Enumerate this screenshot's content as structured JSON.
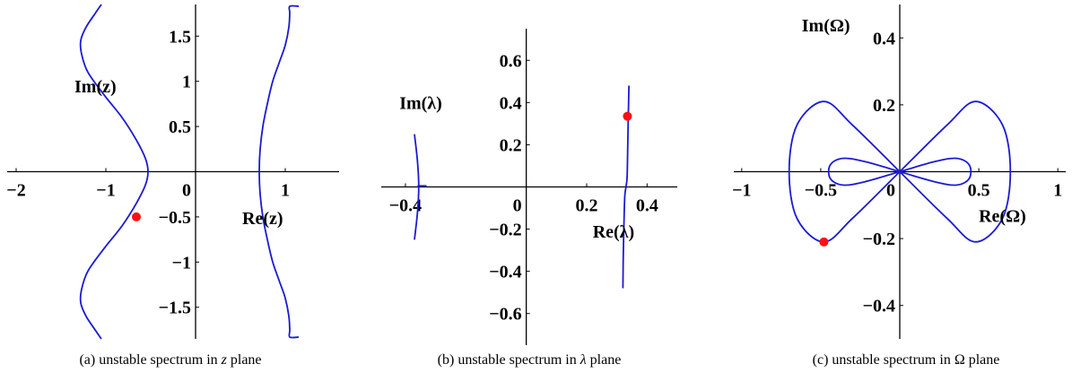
{
  "colors": {
    "curve": "#1a1ad6",
    "marker": "#ff1010",
    "axis": "#000000"
  },
  "chart_data": [
    {
      "type": "line",
      "id": "z",
      "xlabel": "Re(z)",
      "ylabel": "Im(z)",
      "xlim": [
        -2.1,
        1.6
      ],
      "ylim": [
        -1.85,
        1.85
      ],
      "x_ticks": [
        {
          "v": -2,
          "label": "−2"
        },
        {
          "v": -1,
          "label": "−1"
        },
        {
          "v": 0,
          "label": "0"
        },
        {
          "v": 1,
          "label": "1"
        }
      ],
      "y_ticks": [
        {
          "v": 1.5,
          "label": "1.5"
        },
        {
          "v": 1,
          "label": "1"
        },
        {
          "v": 0.5,
          "label": "0.5"
        },
        {
          "v": -0.5,
          "label": "−0.5"
        },
        {
          "v": -1,
          "label": "−1"
        },
        {
          "v": -1.5,
          "label": "−1.5"
        }
      ],
      "series": [
        {
          "points": [
            [
              -1.05,
              1.85
            ],
            [
              -1.12,
              1.75
            ],
            [
              -1.22,
              1.6
            ],
            [
              -1.28,
              1.45
            ],
            [
              -1.27,
              1.3
            ],
            [
              -1.2,
              1.1
            ],
            [
              -1.02,
              0.85
            ],
            [
              -0.82,
              0.6
            ],
            [
              -0.66,
              0.35
            ],
            [
              -0.56,
              0.15
            ],
            [
              -0.53,
              0
            ],
            [
              -0.56,
              -0.15
            ],
            [
              -0.66,
              -0.35
            ],
            [
              -0.82,
              -0.6
            ],
            [
              -1.02,
              -0.85
            ],
            [
              -1.2,
              -1.1
            ],
            [
              -1.27,
              -1.3
            ],
            [
              -1.28,
              -1.45
            ],
            [
              -1.22,
              -1.6
            ],
            [
              -1.12,
              -1.75
            ],
            [
              -1.05,
              -1.85
            ]
          ]
        },
        {
          "points": [
            [
              1.15,
              1.83
            ],
            [
              1.05,
              1.83
            ],
            [
              1.05,
              1.75
            ],
            [
              1.04,
              1.6
            ],
            [
              1.0,
              1.4
            ],
            [
              0.93,
              1.2
            ],
            [
              0.86,
              1.0
            ],
            [
              0.8,
              0.75
            ],
            [
              0.75,
              0.5
            ],
            [
              0.72,
              0.25
            ],
            [
              0.71,
              0
            ],
            [
              0.72,
              -0.25
            ],
            [
              0.75,
              -0.5
            ],
            [
              0.8,
              -0.75
            ],
            [
              0.86,
              -1.0
            ],
            [
              0.93,
              -1.2
            ],
            [
              1.0,
              -1.4
            ],
            [
              1.04,
              -1.6
            ],
            [
              1.05,
              -1.75
            ],
            [
              1.05,
              -1.83
            ],
            [
              1.15,
              -1.83
            ]
          ]
        }
      ],
      "markers": [
        [
          -0.66,
          -0.5
        ]
      ]
    },
    {
      "type": "line",
      "id": "lambda",
      "xlabel": "Re(λ)",
      "ylabel": "Im(λ)",
      "xlim": [
        -0.48,
        0.5
      ],
      "ylim": [
        -0.75,
        0.75
      ],
      "x_ticks": [
        {
          "v": -0.4,
          "label": "−0.4"
        },
        {
          "v": 0,
          "label": "0"
        },
        {
          "v": 0.2,
          "label": "0.2"
        },
        {
          "v": 0.4,
          "label": "0.4"
        }
      ],
      "y_ticks": [
        {
          "v": 0.6,
          "label": "0.6"
        },
        {
          "v": 0.4,
          "label": "0.4"
        },
        {
          "v": 0.2,
          "label": "0.2"
        },
        {
          "v": -0.2,
          "label": "−0.2"
        },
        {
          "v": -0.4,
          "label": "−0.4"
        },
        {
          "v": -0.6,
          "label": "−0.6"
        }
      ],
      "series": [
        {
          "points": [
            [
              -0.37,
              0.25
            ],
            [
              -0.36,
              0.12
            ],
            [
              -0.356,
              0
            ],
            [
              -0.36,
              -0.12
            ],
            [
              -0.37,
              -0.25
            ]
          ]
        },
        {
          "points": [
            [
              -0.36,
              0.005
            ],
            [
              -0.33,
              0.005
            ]
          ]
        },
        {
          "points": [
            [
              0.34,
              0.48
            ],
            [
              0.338,
              0.34
            ],
            [
              0.336,
              0.2
            ],
            [
              0.334,
              0.05
            ],
            [
              0.33,
              0
            ],
            [
              0.326,
              -0.05
            ],
            [
              0.323,
              -0.2
            ],
            [
              0.321,
              -0.35
            ],
            [
              0.32,
              -0.48
            ]
          ]
        }
      ],
      "markers": [
        [
          0.335,
          0.335
        ]
      ]
    },
    {
      "type": "line",
      "id": "omega",
      "xlabel": "Re(Ω)",
      "ylabel": "Im(Ω)",
      "xlim": [
        -1.05,
        1.05
      ],
      "ylim": [
        -0.5,
        0.5
      ],
      "x_ticks": [
        {
          "v": -1,
          "label": "−1"
        },
        {
          "v": -0.5,
          "label": "−0.5"
        },
        {
          "v": 0,
          "label": "0"
        },
        {
          "v": 0.5,
          "label": "0.5"
        },
        {
          "v": 1,
          "label": "1"
        }
      ],
      "y_ticks": [
        {
          "v": 0.4,
          "label": "0.4"
        },
        {
          "v": 0.2,
          "label": "0.2"
        },
        {
          "v": -0.2,
          "label": "−0.2"
        },
        {
          "v": -0.4,
          "label": "−0.4"
        }
      ],
      "series": [
        {
          "points": [
            [
              0,
              0
            ],
            [
              -0.3,
              0.14
            ],
            [
              -0.48,
              0.21
            ],
            [
              -0.65,
              0.14
            ],
            [
              -0.7,
              0
            ],
            [
              -0.65,
              -0.14
            ],
            [
              -0.48,
              -0.21
            ],
            [
              -0.3,
              -0.14
            ],
            [
              0,
              0
            ],
            [
              0.3,
              0.14
            ],
            [
              0.48,
              0.21
            ],
            [
              0.65,
              0.14
            ],
            [
              0.7,
              0
            ],
            [
              0.65,
              -0.14
            ],
            [
              0.48,
              -0.21
            ],
            [
              0.3,
              -0.14
            ],
            [
              0,
              0
            ]
          ]
        },
        {
          "points": [
            [
              0,
              0
            ],
            [
              -0.22,
              0.03
            ],
            [
              -0.36,
              0.04
            ],
            [
              -0.44,
              0.02
            ],
            [
              -0.44,
              -0.02
            ],
            [
              -0.36,
              -0.04
            ],
            [
              -0.22,
              -0.03
            ],
            [
              0,
              0
            ],
            [
              0.22,
              0.03
            ],
            [
              0.36,
              0.04
            ],
            [
              0.44,
              0.02
            ],
            [
              0.44,
              -0.02
            ],
            [
              0.36,
              -0.04
            ],
            [
              0.22,
              -0.03
            ],
            [
              0,
              0
            ]
          ]
        }
      ],
      "markers": [
        [
          -0.48,
          -0.21
        ]
      ]
    }
  ],
  "captions": {
    "a": {
      "prefix": "(a)  unstable spectrum in ",
      "var": "z",
      "suffix": " plane"
    },
    "b": {
      "prefix": "(b)  unstable spectrum in ",
      "var": "λ",
      "suffix": " plane"
    },
    "c": {
      "prefix": "(c)  unstable spectrum in ",
      "var": "Ω",
      "suffix": " plane"
    }
  }
}
